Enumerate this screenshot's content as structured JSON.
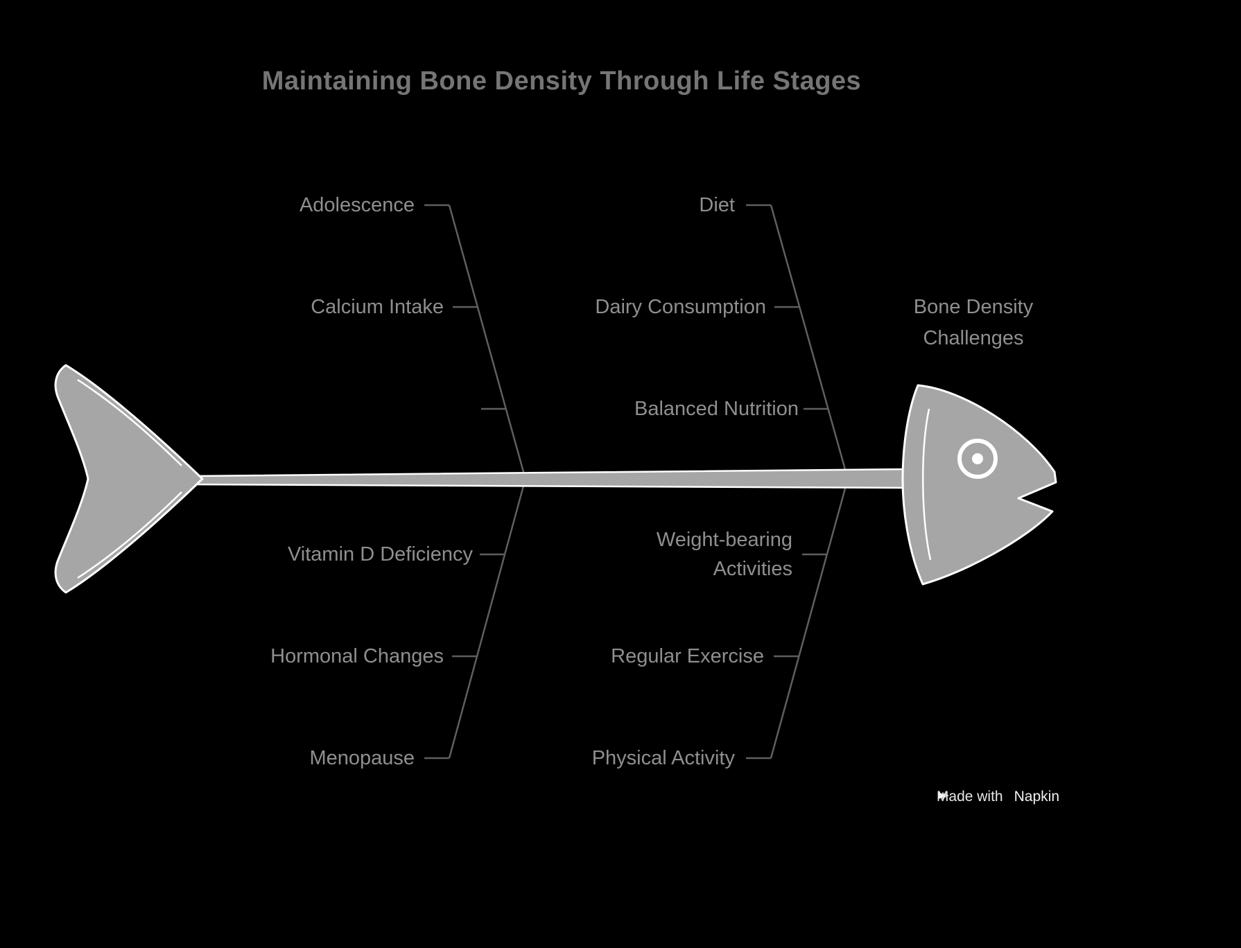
{
  "title": "Maintaining Bone Density Through Life Stages",
  "head_label": "Bone Density Challenges",
  "branches": {
    "top_left": {
      "items": [
        "Adolescence",
        "Calcium Intake"
      ]
    },
    "top_right": {
      "items": [
        "Diet",
        "Dairy Consumption",
        "Balanced Nutrition"
      ]
    },
    "bottom_left": {
      "items": [
        "Vitamin D Deficiency",
        "Hormonal Changes",
        "Menopause"
      ]
    },
    "bottom_right": {
      "items": [
        "Weight-bearing Activities",
        "Regular Exercise",
        "Physical Activity"
      ]
    }
  },
  "credit": {
    "prefix": "Made with",
    "brand": "Napkin"
  },
  "colors": {
    "background": "#000000",
    "fish_fill": "#a6a6a6",
    "fish_outline": "#ffffff",
    "branch_line": "#5f5f5f",
    "label_text": "#8f8f8f",
    "title_text": "#757575"
  }
}
